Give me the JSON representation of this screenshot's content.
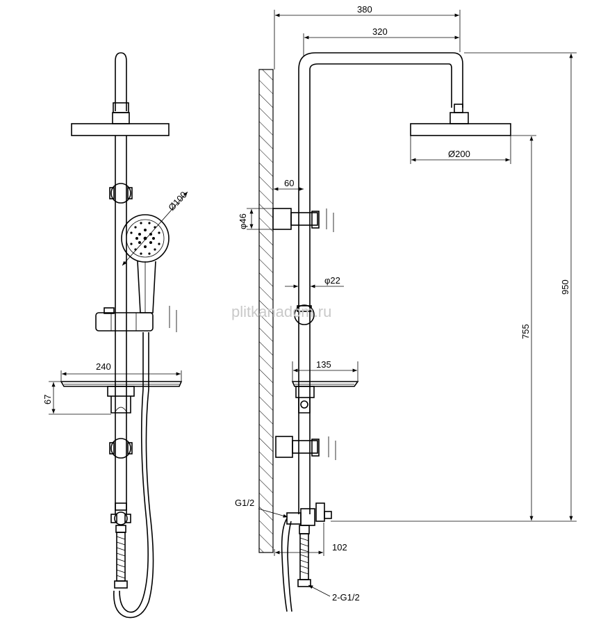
{
  "dimensions": {
    "width_380": "380",
    "width_320": "320",
    "head_diameter": "Ø200",
    "hand_shower_diameter": "Ø100",
    "wall_offset_60": "60",
    "bracket_diameter": "φ46",
    "pipe_diameter": "φ22",
    "height_950": "950",
    "height_755": "755",
    "shelf_width_240": "240",
    "shelf_width_135": "135",
    "shelf_height_67": "67",
    "connection_g12": "G1/2",
    "connection_2g12": "2-G1/2",
    "offset_102": "102"
  },
  "watermark": "plitkanadom.ru"
}
